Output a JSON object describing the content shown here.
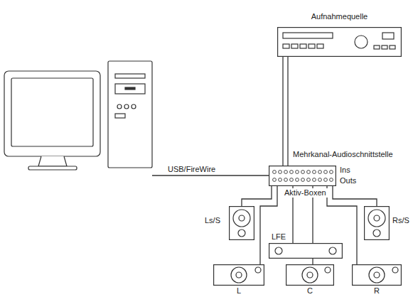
{
  "diagram": {
    "nodes": [
      {
        "text": [
          "Aufnahmequelle"
        ]
      },
      {
        "text": [
          "Mehrkanal-Audioschnittstelle"
        ]
      },
      {
        "text": [
          "Ls/S"
        ]
      },
      {
        "text": [
          "LFE"
        ]
      },
      {
        "text": [
          "Rs/S"
        ]
      },
      {
        "text": [
          "L"
        ]
      },
      {
        "text": [
          "C"
        ]
      },
      {
        "text": [
          "R"
        ]
      }
    ],
    "edges": [
      {
        "from": 0,
        "to": 1,
        "arrow": "none"
      },
      {
        "from": 0,
        "to": 1,
        "arrow": "none"
      },
      {
        "from": 1,
        "to": 2,
        "arrow": "none"
      },
      {
        "from": 1,
        "to": 3,
        "arrow": "none"
      },
      {
        "from": 1,
        "to": 4,
        "arrow": "none"
      },
      {
        "from": 1,
        "to": 5,
        "arrow": "none"
      },
      {
        "from": 1,
        "to": 6,
        "arrow": "none"
      },
      {
        "from": 1,
        "to": 7,
        "arrow": "none"
      }
    ],
    "labels": [
      "USB/FireWire",
      "Ins",
      "Outs",
      "Aktiv-Boxen"
    ]
  }
}
